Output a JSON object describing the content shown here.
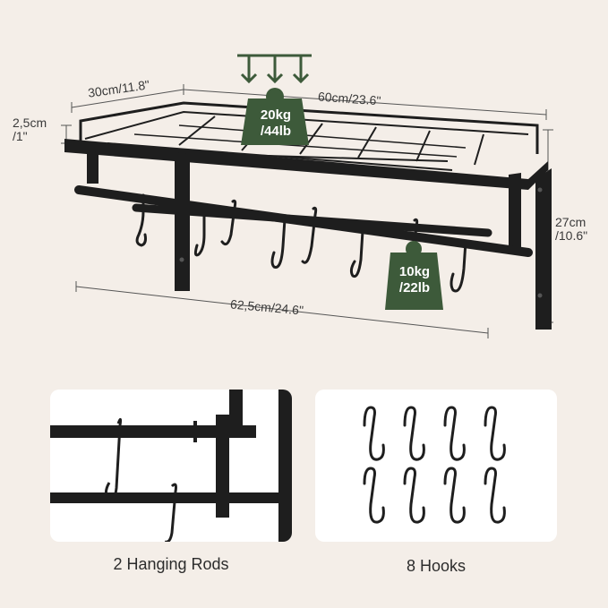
{
  "dimensions": {
    "depth": "30cm/11.8\"",
    "width": "60cm/23.6\"",
    "rail_height": "2,5cm\n/1\"",
    "height": "27cm\n/10.6\"",
    "overall_width": "62,5cm/24.6\""
  },
  "load": {
    "shelf_capacity": "20kg\n/44lb",
    "rod_capacity": "10kg\n/22lb"
  },
  "features": [
    {
      "caption": "2 Hanging Rods",
      "icon": "hanging-rods-closeup"
    },
    {
      "caption": "8 Hooks",
      "icon": "s-hooks-set"
    }
  ],
  "colors": {
    "background": "#f4eee8",
    "metal": "#1e1e1e",
    "badge_green": "#3d5a3a",
    "dimension_line": "#555555"
  }
}
